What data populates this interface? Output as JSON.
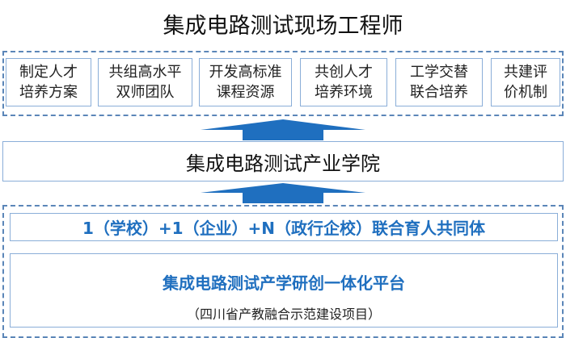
{
  "title": "集成电路测试现场工程师",
  "measures": [
    {
      "line1": "制定人才",
      "line2": "培养方案"
    },
    {
      "line1": "共组高水平",
      "line2": "双师团队"
    },
    {
      "line1": "开发高标准",
      "line2": "课程资源"
    },
    {
      "line1": "共创人才",
      "line2": "培养环境"
    },
    {
      "line1": "工学交替",
      "line2": "联合培养"
    },
    {
      "line1": "共建评",
      "line2": "价机制"
    }
  ],
  "college": "集成电路测试产业学院",
  "community": "1（学校）+1（企业）+N（政行企校）联合育人共同体",
  "platform": {
    "title": "集成电路测试产学研创一体化平台",
    "subtitle": "（四川省产教融合示范建设项目）"
  },
  "colors": {
    "accent": "#1f6fbf",
    "arrow": "#1f6fbf",
    "border": "#8aaed8"
  }
}
